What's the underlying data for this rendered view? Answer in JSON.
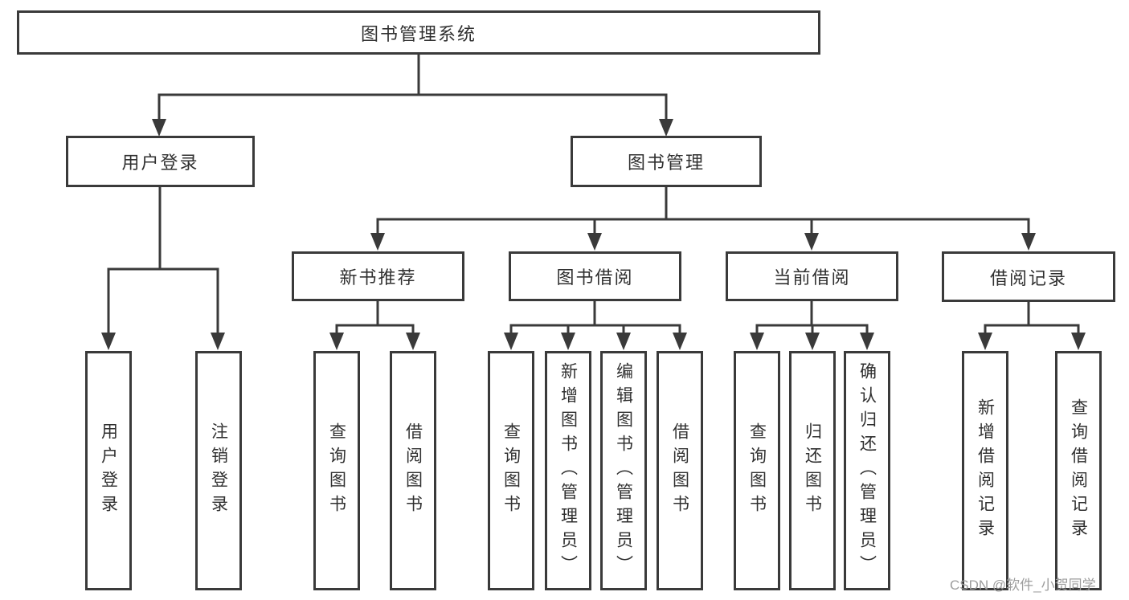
{
  "tree": {
    "root": {
      "label": "图书管理系统"
    },
    "branches": [
      {
        "label": "用户登录",
        "children": [
          "用户登录",
          "注销登录"
        ]
      },
      {
        "label": "图书管理",
        "modules": [
          {
            "label": "新书推荐",
            "children": [
              "查询图书",
              "借阅图书"
            ]
          },
          {
            "label": "图书借阅",
            "children": [
              "查询图书",
              "新增图书（管理员）",
              "编辑图书（管理员）",
              "借阅图书"
            ]
          },
          {
            "label": "当前借阅",
            "children": [
              "查询图书",
              "归还图书",
              "确认归还（管理员）"
            ]
          },
          {
            "label": "借阅记录",
            "children": [
              "新增借阅记录",
              "查询借阅记录"
            ]
          }
        ]
      }
    ]
  },
  "watermark": "CSDN @软件_小贺同学",
  "colors": {
    "line": "#3a3a3a",
    "text": "#303030",
    "watermark": "#9d9d9d",
    "bg": "#ffffff"
  }
}
